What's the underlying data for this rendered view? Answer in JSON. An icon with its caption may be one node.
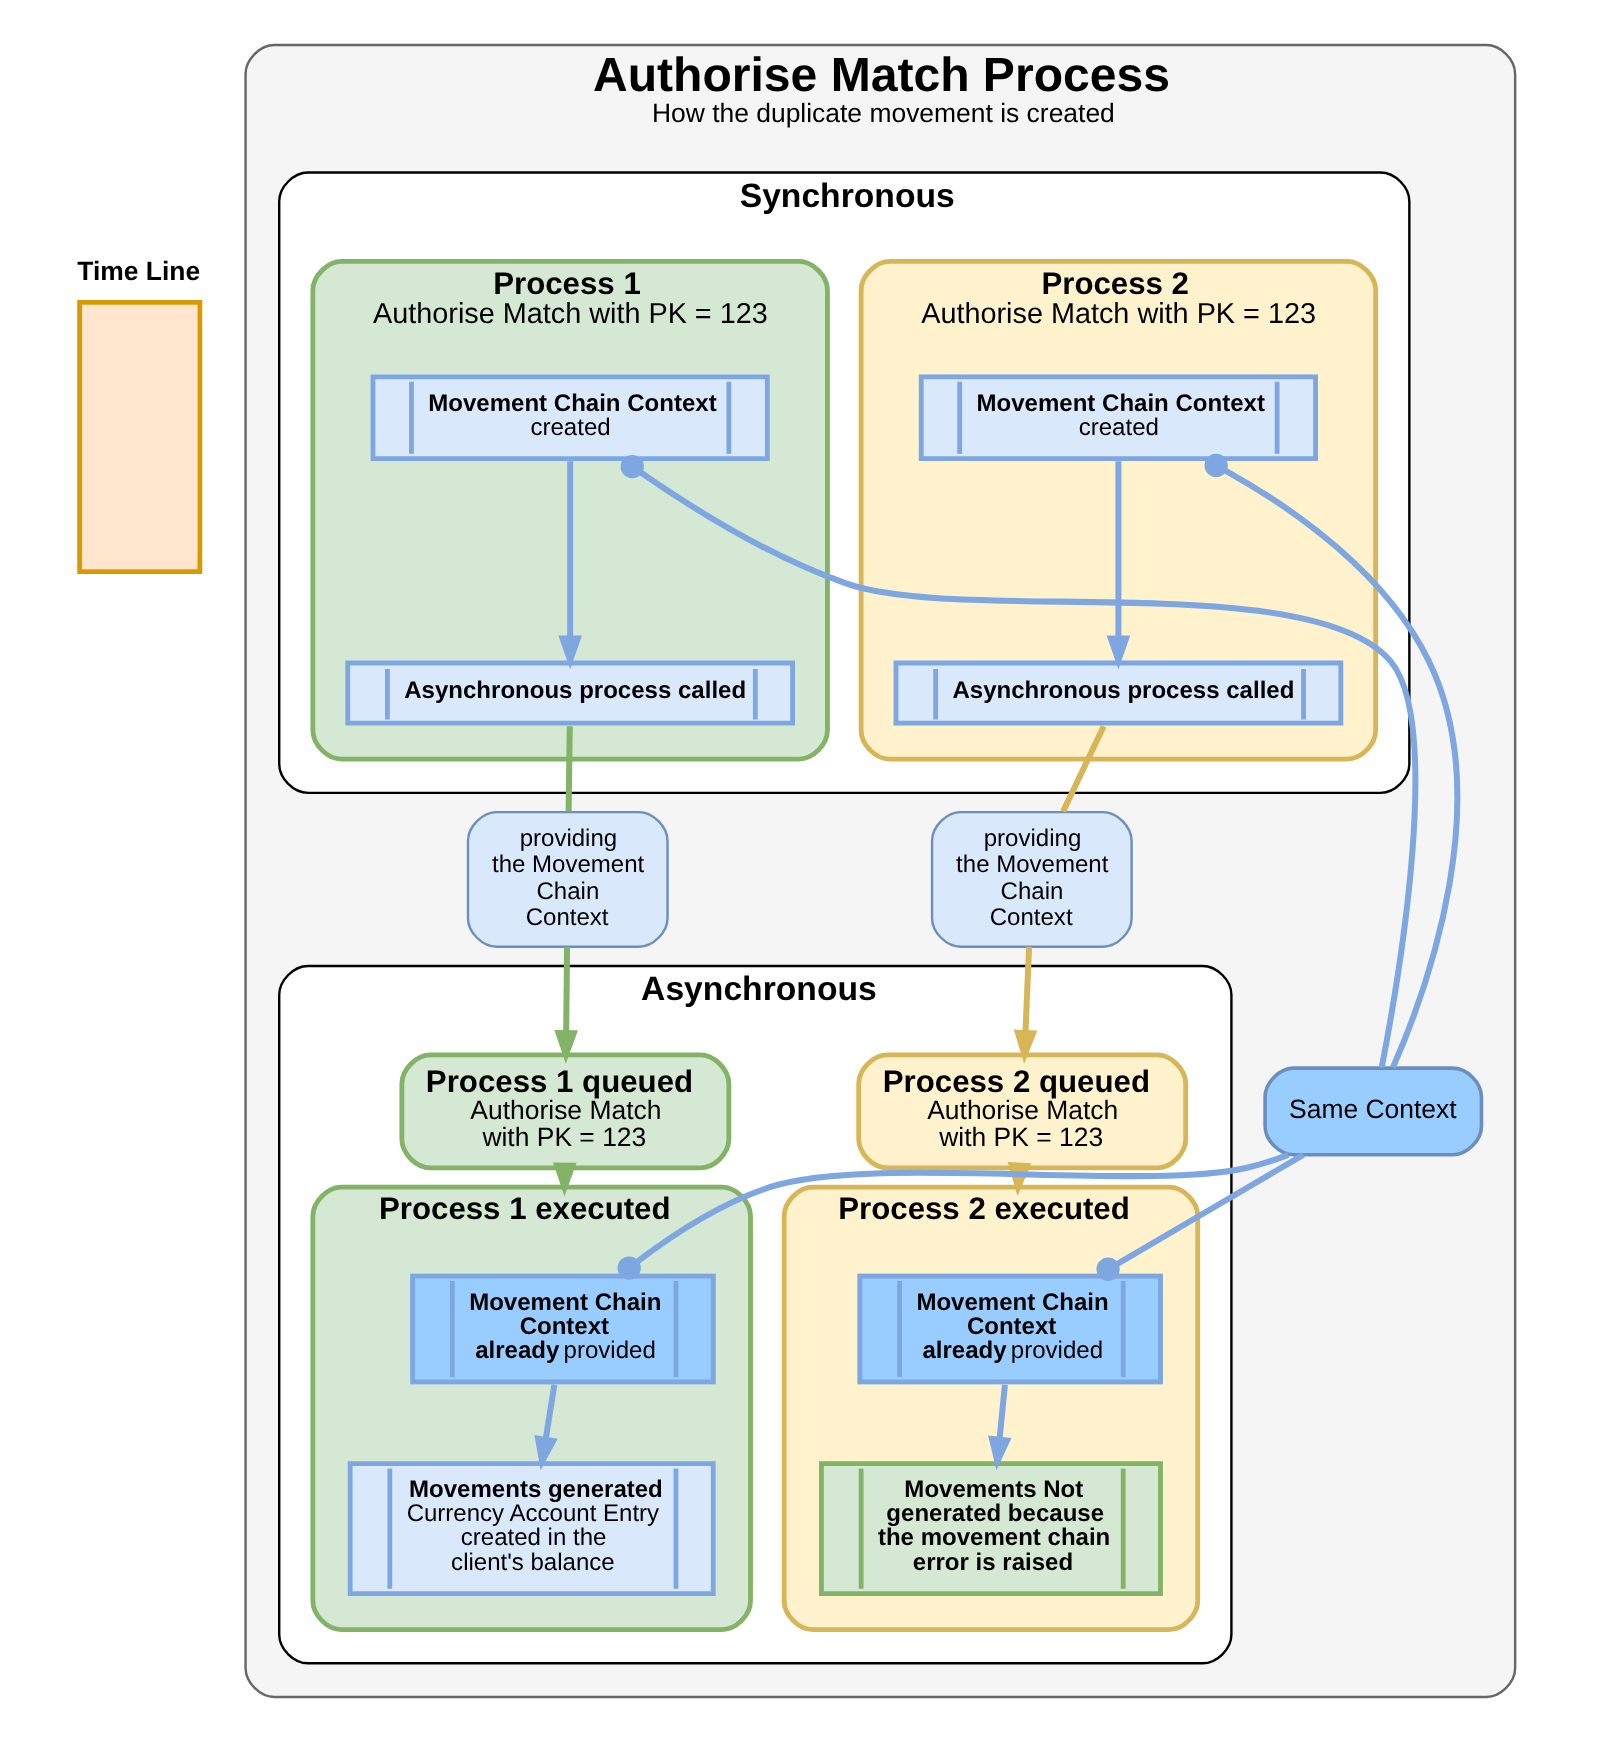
{
  "diagram": {
    "nodes": [
      {
        "text": [
          "Authorise Match Process",
          "How the duplicate movement is created"
        ]
      },
      {
        "text": [
          "Synchronous"
        ],
        "in": 0
      },
      {
        "text": [
          "Process 1",
          "Authorise Match with PK = 123"
        ],
        "in": 1
      },
      {
        "text": [
          "Movement Chain Context",
          "created"
        ],
        "in": 2
      },
      {
        "text": [
          "Asynchronous process called"
        ],
        "in": 2
      },
      {
        "text": [
          "Process 2",
          "Authorise Match with PK = 123"
        ],
        "in": 1
      },
      {
        "text": [
          "Movement Chain Context",
          "created"
        ],
        "in": 5
      },
      {
        "text": [
          "Asynchronous process called"
        ],
        "in": 5
      },
      {
        "text": [
          "providing the Movement Chain Context"
        ],
        "in": 0
      },
      {
        "text": [
          "providing the Movement Chain Context"
        ],
        "in": 0
      },
      {
        "text": [
          "Asynchronous"
        ],
        "in": 0
      },
      {
        "text": [
          "Process 1 queued",
          "Authorise Match with PK = 123"
        ],
        "in": 10
      },
      {
        "text": [
          "Process 2 queued",
          "Authorise Match with PK = 123"
        ],
        "in": 10
      },
      {
        "text": [
          "Process 1 executed"
        ],
        "in": 10
      },
      {
        "text": [
          "Movement Chain Context",
          "**already** provided"
        ],
        "in": 13
      },
      {
        "text": [
          "Movements generated",
          "Currency Account Entry created in the client's balance"
        ],
        "in": 13
      },
      {
        "text": [
          "Process 2 executed"
        ],
        "in": 10
      },
      {
        "text": [
          "Movement Chain Context",
          "**already** provided"
        ],
        "in": 16
      },
      {
        "text": [
          "Movements Not generated because the movement chain error is raised"
        ],
        "in": 16
      },
      {
        "text": [
          "Same Context"
        ],
        "in": 0
      }
    ],
    "edges": [
      {
        "from": 3,
        "to": 4,
        "arrow": "to"
      },
      {
        "from": 4,
        "to": 8,
        "arrow": "none",
        "color": "#82b366"
      },
      {
        "from": 8,
        "to": 11,
        "arrow": "to",
        "color": "#82b366"
      },
      {
        "from": 6,
        "to": 7,
        "arrow": "to"
      },
      {
        "from": 7,
        "to": 9,
        "arrow": "none",
        "color": "#d6b656"
      },
      {
        "from": 9,
        "to": 12,
        "arrow": "to",
        "color": "#d6b656"
      },
      {
        "from": 11,
        "to": 13,
        "arrow": "to",
        "color": "#82b366"
      },
      {
        "from": 12,
        "to": 16,
        "arrow": "to",
        "color": "#d6b656"
      },
      {
        "from": 14,
        "to": 15,
        "arrow": "to"
      },
      {
        "from": 17,
        "to": 18,
        "arrow": "to"
      },
      {
        "from": 19,
        "to": 3,
        "arrow": "other"
      },
      {
        "from": 19,
        "to": 6,
        "arrow": "other"
      },
      {
        "from": 19,
        "to": 14,
        "arrow": "other"
      },
      {
        "from": 19,
        "to": 17,
        "arrow": "other"
      }
    ],
    "labels": [
      "Time Line"
    ]
  }
}
